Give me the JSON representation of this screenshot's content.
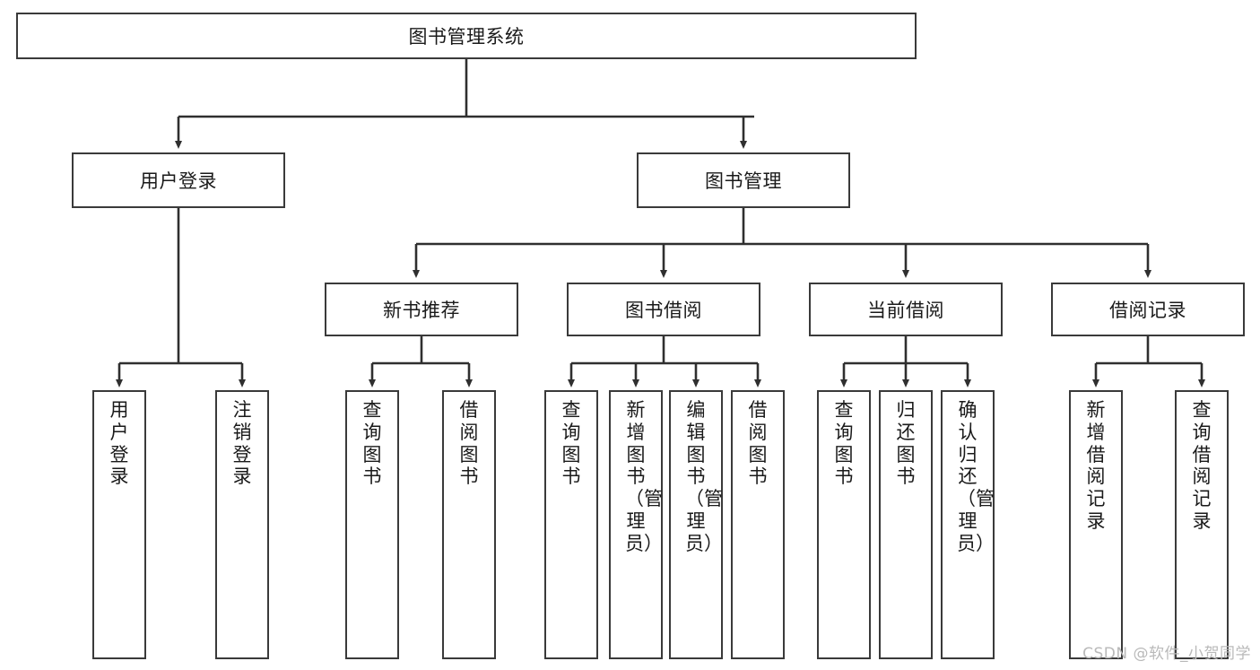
{
  "diagram": {
    "title": "图书管理系统",
    "type": "tree-hierarchy",
    "watermark": "CSDN @软件_小贺同学",
    "colors": {
      "border": "#3a3a3a",
      "background": "#ffffff",
      "text": "#1a1a1a",
      "connector": "#2f2f2f",
      "watermark": "#b9b9b9"
    },
    "root": {
      "label": "图书管理系统"
    },
    "level2": [
      {
        "label": "用户登录"
      },
      {
        "label": "图书管理"
      }
    ],
    "level3": [
      {
        "label": "新书推荐"
      },
      {
        "label": "图书借阅"
      },
      {
        "label": "当前借阅"
      },
      {
        "label": "借阅记录"
      }
    ],
    "leaves_user_login": [
      {
        "label": "用户登录"
      },
      {
        "label": "注销登录"
      }
    ],
    "leaves_new_book": [
      {
        "label": "查询图书"
      },
      {
        "label": "借阅图书"
      }
    ],
    "leaves_borrow": [
      {
        "label": "查询图书"
      },
      {
        "label": "新增图书（管理员）"
      },
      {
        "label": "编辑图书（管理员）"
      },
      {
        "label": "借阅图书"
      }
    ],
    "leaves_current": [
      {
        "label": "查询图书"
      },
      {
        "label": "归还图书"
      },
      {
        "label": "确认归还（管理员）"
      }
    ],
    "leaves_record": [
      {
        "label": "新增借阅记录"
      },
      {
        "label": "查询借阅记录"
      }
    ]
  }
}
